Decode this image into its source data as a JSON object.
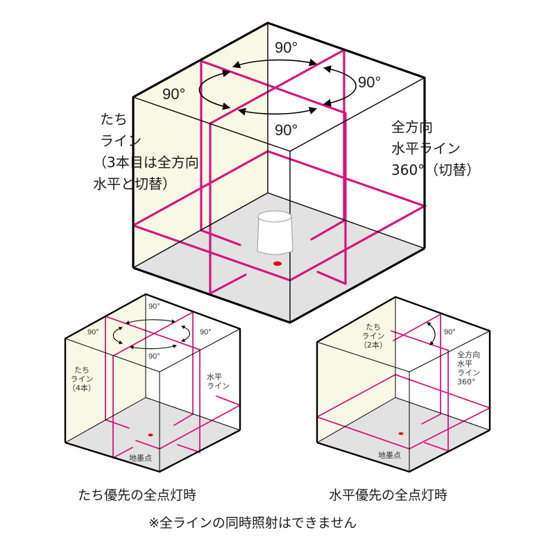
{
  "colors": {
    "laser_line": "#d6157f",
    "left_wall": "#f8f8e6",
    "floor": "#e2e2e2",
    "edge": "#000000",
    "plumb_dot": "#e60012"
  },
  "main_cube": {
    "angle_labels": {
      "top": "90°",
      "left": "90°",
      "right": "90°",
      "front": "90°"
    },
    "vertical_line_label": [
      "たち",
      "ライン",
      "（3本目は全方向",
      "水平と切替）"
    ],
    "horizontal_line_label": [
      "全方向",
      "水平ライン",
      "360°（切替）"
    ]
  },
  "left_cube": {
    "angle_labels": {
      "top": "90°",
      "left": "90°",
      "right": "90°",
      "front": "90°"
    },
    "vertical_line_label": [
      "たち",
      "ライン",
      "（4本）"
    ],
    "horizontal_line_label": [
      "水平",
      "ライン"
    ],
    "plumb_point_label": "地墨点",
    "caption": "たち優先の全点灯時"
  },
  "right_cube": {
    "angle_label": "90°",
    "vertical_line_label": [
      "たち",
      "ライン",
      "（2本）"
    ],
    "horizontal_line_label": [
      "全方向",
      "水平",
      "ライン",
      "360°"
    ],
    "plumb_point_label": "地墨点",
    "caption": "水平優先の全点灯時"
  },
  "footnote": "※全ラインの同時照射はできません"
}
